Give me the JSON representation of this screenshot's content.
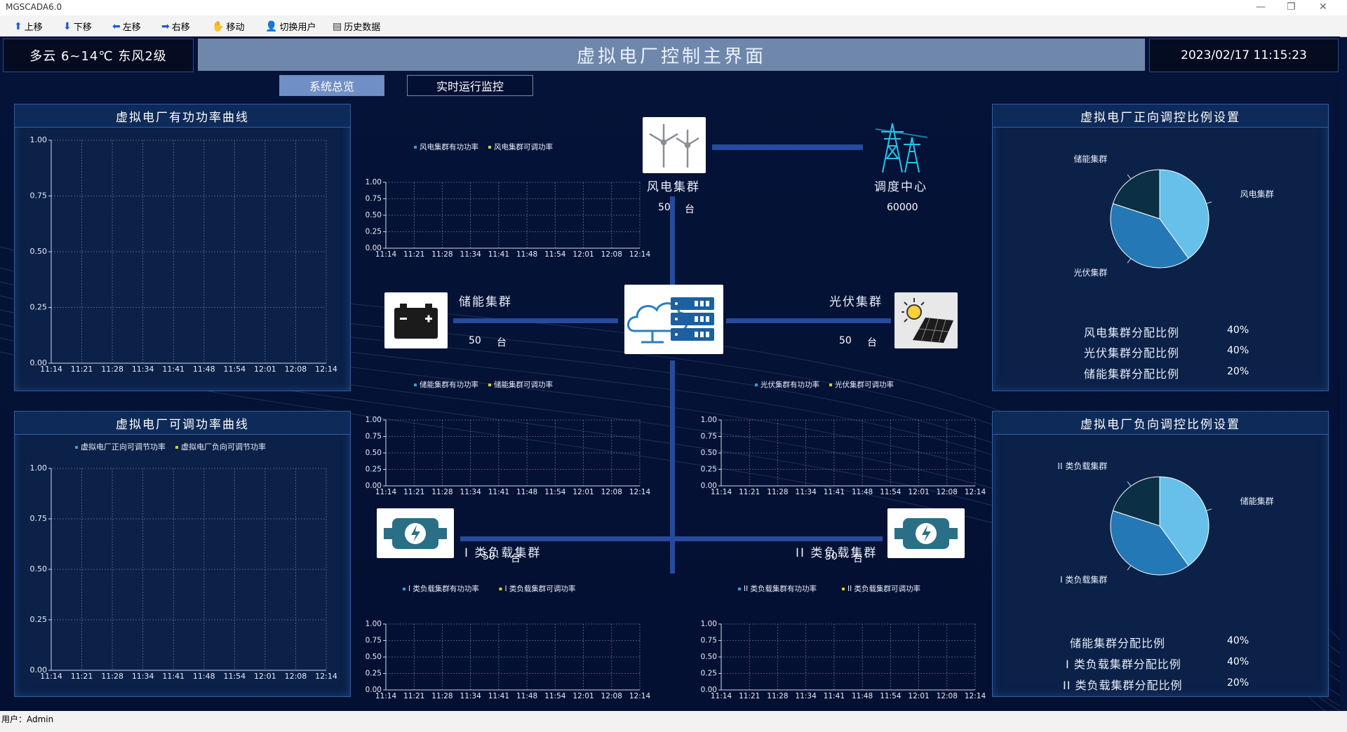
{
  "window": {
    "title": "MGSCADA6.0"
  },
  "toolbar": {
    "items": [
      {
        "label": "上移",
        "icon": "arrow-up-icon"
      },
      {
        "label": "下移",
        "icon": "arrow-down-icon"
      },
      {
        "label": "左移",
        "icon": "arrow-left-icon"
      },
      {
        "label": "右移",
        "icon": "arrow-right-icon"
      },
      {
        "label": "移动",
        "icon": "hand-icon"
      },
      {
        "label": "切换用户",
        "icon": "user-icon"
      },
      {
        "label": "历史数据",
        "icon": "document-icon"
      }
    ]
  },
  "header": {
    "weather": "多云  6~14℃  东风2级",
    "title": "虚拟电厂控制主界面",
    "datetime": "2023/02/17  11:15:23"
  },
  "tabs": [
    {
      "label": "系统总览",
      "active": true
    },
    {
      "label": "实时运行监控",
      "active": false
    }
  ],
  "panels": {
    "active_power": {
      "title": "虚拟电厂有功功率曲线"
    },
    "adjustable_power": {
      "title": "虚拟电厂可调功率曲线",
      "legend": [
        "虚拟电厂正向可调节功率",
        "虚拟电厂负向可调节功率"
      ]
    },
    "positive_ratio": {
      "title": "虚拟电厂正向调控比例设置",
      "pie_labels": [
        "风电集群",
        "光伏集群",
        "储能集群"
      ],
      "rows": [
        {
          "label": "风电集群分配比例",
          "value": "40%"
        },
        {
          "label": "光伏集群分配比例",
          "value": "40%"
        },
        {
          "label": "储能集群分配比例",
          "value": "20%"
        }
      ]
    },
    "negative_ratio": {
      "title": "虚拟电厂负向调控比例设置",
      "pie_labels": [
        "储能集群",
        "I 类负载集群",
        "II 类负载集群"
      ],
      "rows": [
        {
          "label": "储能集群分配比例",
          "value": "40%"
        },
        {
          "label": "I 类负载集群分配比例",
          "value": "40%"
        },
        {
          "label": "II 类负载集群分配比例",
          "value": "20%"
        }
      ]
    }
  },
  "nodes": {
    "wind": {
      "label": "风电集群",
      "count": "50",
      "unit": "台"
    },
    "dispatch": {
      "label": "调度中心",
      "value": "60000"
    },
    "storage": {
      "label": "储能集群",
      "count": "50",
      "unit": "台"
    },
    "solar": {
      "label": "光伏集群",
      "count": "50",
      "unit": "台"
    },
    "load1": {
      "label": "I 类负载集群",
      "count": "50",
      "unit": "台"
    },
    "load2": {
      "label": "II 类负载集群",
      "count": "50",
      "unit": "台"
    }
  },
  "chart_data": [
    {
      "id": "active",
      "type": "line",
      "x": [
        "11:14",
        "11:21",
        "11:28",
        "11:34",
        "11:41",
        "11:48",
        "11:54",
        "12:01",
        "12:08",
        "12:14"
      ],
      "yticks": [
        "0.00",
        "0.25",
        "0.50",
        "0.75",
        "1.00"
      ],
      "ylim": [
        0,
        1
      ],
      "series": []
    },
    {
      "id": "adjustable",
      "type": "line",
      "x": [
        "11:14",
        "11:21",
        "11:28",
        "11:34",
        "11:41",
        "11:48",
        "11:54",
        "12:01",
        "12:08",
        "12:14"
      ],
      "yticks": [
        "0.00",
        "0.25",
        "0.50",
        "0.75",
        "1.00"
      ],
      "ylim": [
        0,
        1
      ],
      "series": [
        {
          "name": "虚拟电厂正向可调节功率",
          "values": []
        },
        {
          "name": "虚拟电厂负向可调节功率",
          "values": []
        }
      ]
    },
    {
      "id": "wind",
      "type": "line",
      "x": [
        "11:14",
        "11:21",
        "11:28",
        "11:34",
        "11:41",
        "11:48",
        "11:54",
        "12:01",
        "12:08",
        "12:14"
      ],
      "yticks": [
        "0.00",
        "0.25",
        "0.50",
        "0.75",
        "1.00"
      ],
      "ylim": [
        0,
        1
      ],
      "series": [
        {
          "name": "风电集群有功功率",
          "values": []
        },
        {
          "name": "风电集群可调功率",
          "values": []
        }
      ]
    },
    {
      "id": "storage",
      "type": "line",
      "x": [
        "11:14",
        "11:21",
        "11:28",
        "11:34",
        "11:41",
        "11:48",
        "11:54",
        "12:01",
        "12:08",
        "12:14"
      ],
      "yticks": [
        "0.00",
        "0.25",
        "0.50",
        "0.75",
        "1.00"
      ],
      "ylim": [
        0,
        1
      ],
      "series": [
        {
          "name": "储能集群有功功率",
          "values": []
        },
        {
          "name": "储能集群可调功率",
          "values": []
        }
      ]
    },
    {
      "id": "solar",
      "type": "line",
      "x": [
        "11:14",
        "11:21",
        "11:28",
        "11:34",
        "11:41",
        "11:48",
        "11:54",
        "12:01",
        "12:08",
        "12:14"
      ],
      "yticks": [
        "0.00",
        "0.25",
        "0.50",
        "0.75",
        "1.00"
      ],
      "ylim": [
        0,
        1
      ],
      "series": [
        {
          "name": "光伏集群有功功率",
          "values": []
        },
        {
          "name": "光伏集群可调功率",
          "values": []
        }
      ]
    },
    {
      "id": "load1",
      "type": "line",
      "x": [
        "11:14",
        "11:21",
        "11:28",
        "11:34",
        "11:41",
        "11:48",
        "11:54",
        "12:01",
        "12:08",
        "12:14"
      ],
      "yticks": [
        "0.00",
        "0.25",
        "0.50",
        "0.75",
        "1.00"
      ],
      "ylim": [
        0,
        1
      ],
      "series": [
        {
          "name": "I 类负载集群有功功率",
          "values": []
        },
        {
          "name": "I 类负载集群可调功率",
          "values": []
        }
      ]
    },
    {
      "id": "load2",
      "type": "line",
      "x": [
        "11:14",
        "11:21",
        "11:28",
        "11:34",
        "11:41",
        "11:48",
        "11:54",
        "12:01",
        "12:08",
        "12:14"
      ],
      "yticks": [
        "0.00",
        "0.25",
        "0.50",
        "0.75",
        "1.00"
      ],
      "ylim": [
        0,
        1
      ],
      "series": [
        {
          "name": "II 类负载集群有功功率",
          "values": []
        },
        {
          "name": "II 类负载集群可调功率",
          "values": []
        }
      ]
    },
    {
      "id": "pie_pos",
      "type": "pie",
      "labels": [
        "风电集群",
        "光伏集群",
        "储能集群"
      ],
      "values": [
        40,
        40,
        20
      ]
    },
    {
      "id": "pie_neg",
      "type": "pie",
      "labels": [
        "储能集群",
        "I 类负载集群",
        "II 类负载集群"
      ],
      "values": [
        40,
        40,
        20
      ]
    }
  ],
  "colors": {
    "legend_a": "#3a9ad9",
    "legend_b": "#c8d23a",
    "line": "#254aa0",
    "pie": [
      "#66c0ea",
      "#2478b5",
      "#0b2f45"
    ]
  },
  "status": {
    "user_label": "用户：Admin"
  }
}
